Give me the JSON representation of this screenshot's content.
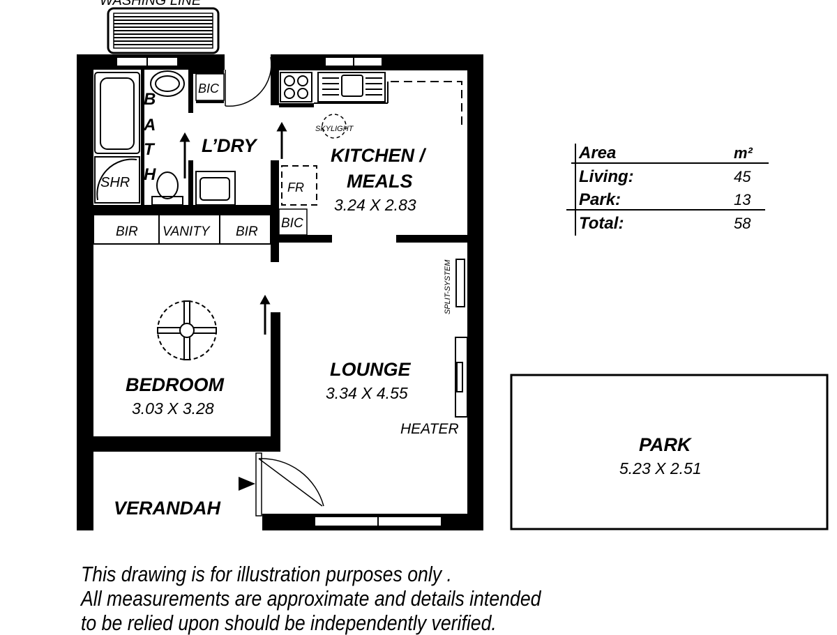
{
  "labels": {
    "washing_line": "WASHING LINE",
    "bic_top": "BIC",
    "bath_letters": [
      "B",
      "A",
      "T",
      "H"
    ],
    "shr": "SHR",
    "laundry": "L’DRY",
    "skylight": "SKYLIGHT",
    "kitchen_title_1": "KITCHEN /",
    "kitchen_title_2": "MEALS",
    "kitchen_dims": "3.24 X 2.83",
    "fr": "FR",
    "bic_kitchen": "BIC",
    "bir_left": "BIR",
    "vanity": "VANITY",
    "bir_right": "BIR",
    "split_system": "SPLIT-SYSTEM",
    "bedroom_title": "BEDROOM",
    "bedroom_dims": "3.03 X 3.28",
    "lounge_title": "LOUNGE",
    "lounge_dims": "3.34 X 4.55",
    "heater": "HEATER",
    "verandah": "VERANDAH",
    "park_title": "PARK",
    "park_dims": "5.23 X 2.51"
  },
  "area_table": {
    "header_label": "Area",
    "header_unit": "m²",
    "rows": [
      {
        "label": "Living:",
        "value": "45"
      },
      {
        "label": "Park:",
        "value": "13"
      }
    ],
    "total": {
      "label": "Total:",
      "value": "58"
    }
  },
  "disclaimer": [
    "This drawing is for illustration purposes only .",
    "All measurements are approximate and details intended",
    "to be relied upon should be independently verified."
  ]
}
